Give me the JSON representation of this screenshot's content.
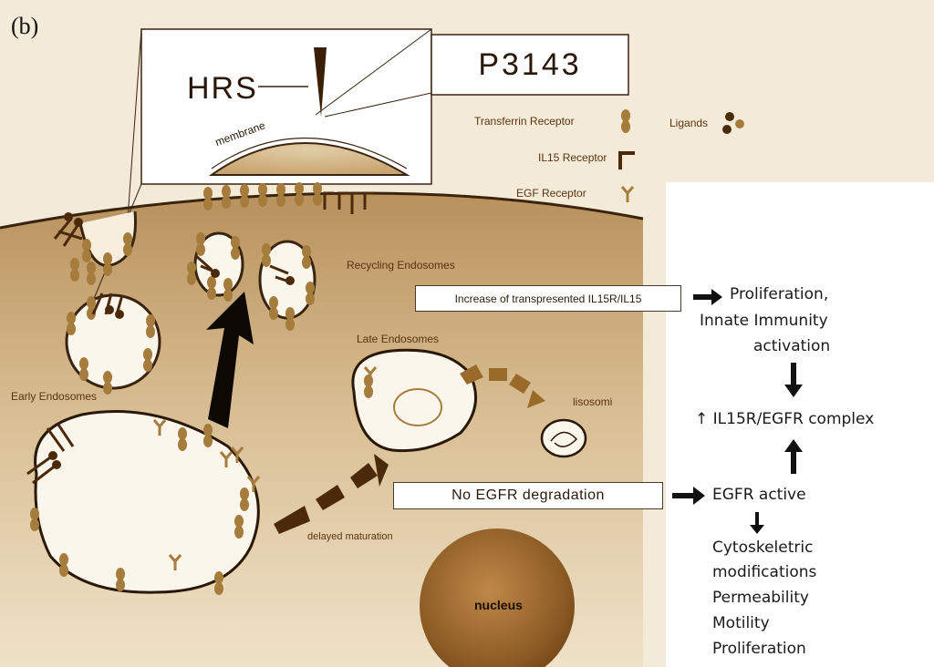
{
  "panel_label": "(b)",
  "zoom": {
    "hrs": "HRS",
    "membrane": "membrane",
    "compound": "P3143"
  },
  "legend": {
    "transferrin": "Transferrin Receptor",
    "ligands": "Ligands",
    "il15": "IL15 Receptor",
    "egf": "EGF Receptor"
  },
  "cell": {
    "recycling": "Recycling Endosomes",
    "late": "Late Endosomes",
    "early": "Early Endosomes",
    "lisosomi": "lisosomi",
    "delayed": "delayed maturation",
    "nucleus": "nucleus"
  },
  "boxes": {
    "increase": "Increase of transpresented IL15R/IL15",
    "no_egfr": "No EGFR degradation"
  },
  "flow": {
    "proliferation1": "Proliferation,",
    "innate": "Innate Immunity",
    "activation": "activation",
    "complex": "↑ IL15R/EGFR complex",
    "egfr_active": "EGFR active",
    "effects": [
      "Cytoskeletric",
      "modifications",
      "Permeability",
      "Motility",
      "Proliferation"
    ]
  },
  "colors": {
    "cytoplasm": "#c9a878",
    "dark_brown": "#4a2a0a",
    "receptor": "#a67c3c"
  }
}
